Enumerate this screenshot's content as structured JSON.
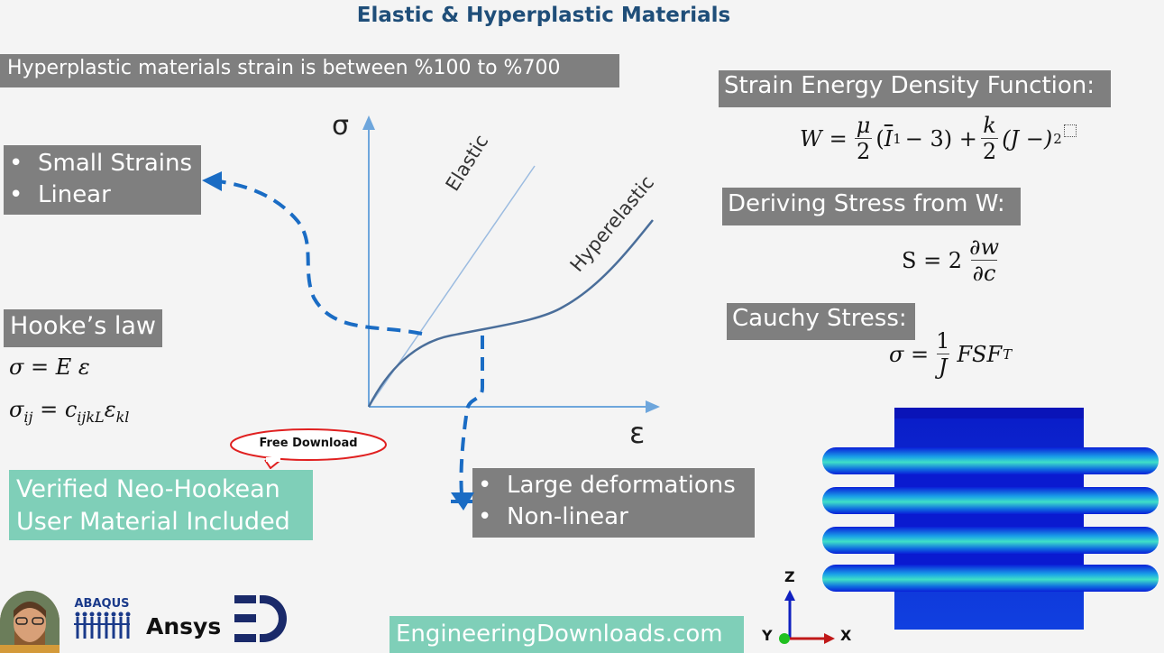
{
  "title": "Elastic & Hyperplastic Materials",
  "strain_note": "Hyperplastic materials strain is between %100 to %700",
  "small_strains": {
    "items": [
      "Small Strains",
      "Linear"
    ]
  },
  "large_deformations": {
    "items": [
      "Large deformations",
      "Non-linear"
    ]
  },
  "hookes_law": {
    "heading": "Hooke’s law",
    "eq1": "σ = E ε",
    "eq2_lhs": "σ",
    "eq2_lhs_sub": "ij",
    "eq2_eq": " = c",
    "eq2_sub1": "ijkL",
    "eq2_mid": "ε",
    "eq2_sub2": "kl"
  },
  "free_download": "Free Download",
  "verified": {
    "line1": "Verified Neo-Hookean",
    "line2": "User Material Included"
  },
  "graph": {
    "y_axis_symbol": "σ",
    "x_axis_symbol": "ε",
    "elastic_label": "Elastic",
    "hyperelastic_label": "Hyperelastic"
  },
  "strain_energy": {
    "heading": "Strain Energy Density Function:",
    "lhs": "W",
    "eq": "=",
    "f1_num": "μ",
    "f1_den": "2",
    "term1_open": "(",
    "term1_var": "I",
    "term1_sub": "1",
    "term1_close": " − 3) +",
    "f2_num": "k",
    "f2_den": "2",
    "term2": "(J −)",
    "term2_sup": "2"
  },
  "deriving": {
    "heading": "Deriving Stress from W:",
    "lhs": "S = 2",
    "num": "∂w",
    "den": "∂c"
  },
  "cauchy": {
    "heading": "Cauchy Stress:",
    "lhs": "σ =",
    "num": "1",
    "den": "J",
    "rhs": "FSF",
    "rhs_sup": "T"
  },
  "triad": {
    "z": "Z",
    "y": "Y",
    "x": "X"
  },
  "logos": {
    "abaqus": "ABAQUS",
    "ansys": "Ansys"
  },
  "website": "EngineeringDownloads.com",
  "colors": {
    "title": "#1f4e79",
    "gray_box": "#7f7f7f",
    "teal_box": "#7fcfb8",
    "arrow_blue": "#1a6cc4",
    "curve": "#4a6e9a",
    "elastic_line": "#9bbbe0",
    "axis": "#6ea6dc",
    "bubble": "#e02020",
    "model_dark": "#0a1fd8",
    "model_light": "#3fe0c8"
  }
}
